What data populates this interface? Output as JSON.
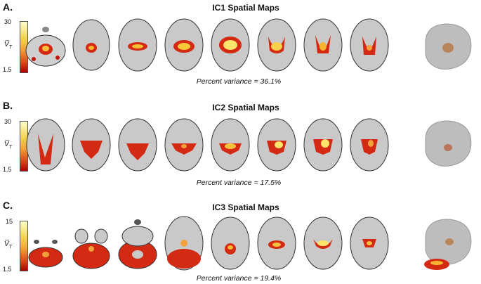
{
  "panels": [
    {
      "letter": "A.",
      "title": "IC1 Spatial Maps",
      "variance": "Percent variance = 36.1%",
      "cb_max": "30",
      "cb_min": "1.5",
      "cb_symbol": "V̅",
      "cb_sub": "T"
    },
    {
      "letter": "B.",
      "title": "IC2 Spatial Maps",
      "variance": "Percent variance = 17.5%",
      "cb_max": "30",
      "cb_min": "1.5",
      "cb_symbol": "V̅",
      "cb_sub": "T"
    },
    {
      "letter": "C.",
      "title": "IC3 Spatial Maps",
      "variance": "Percent variance = 19.4%",
      "cb_max": "15",
      "cb_min": "1.5",
      "cb_symbol": "V̅",
      "cb_sub": "T"
    }
  ],
  "colors": {
    "bar_top": "#ffffcc",
    "bar_mid": "#f2a23a",
    "bar_bottom": "#c00000",
    "brain_gray": "#c8c8c8",
    "activation_red": "#d42a14",
    "activation_yellow": "#ffe04a"
  }
}
